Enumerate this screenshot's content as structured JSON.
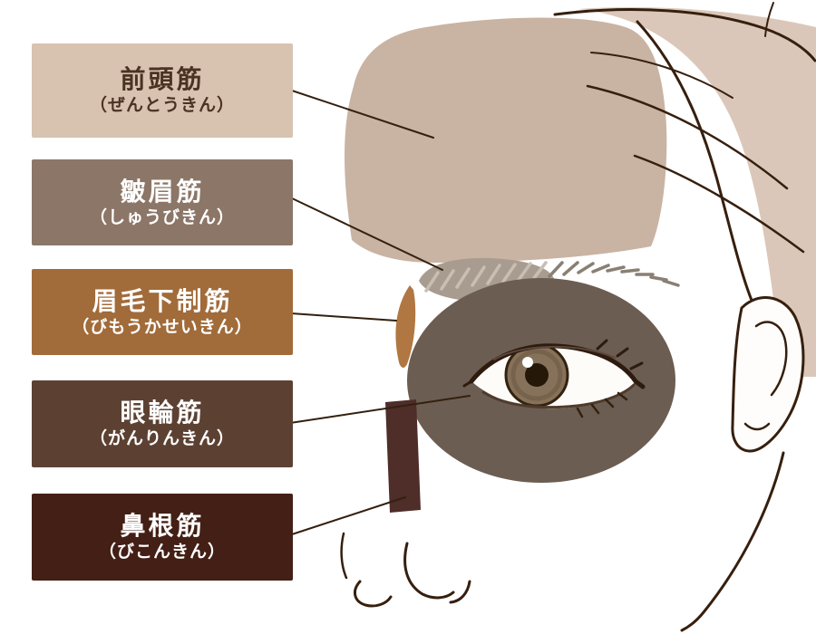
{
  "legend": {
    "items": [
      {
        "name": "前頭筋",
        "reading": "（ぜんとうきん）",
        "box_color": "#d8c2b0",
        "text_color": "#4a3322"
      },
      {
        "name": "皺眉筋",
        "reading": "（しゅうびきん）",
        "box_color": "#8c7667",
        "text_color": "#ffffff"
      },
      {
        "name": "眉毛下制筋",
        "reading": "（びもうかせいきん）",
        "box_color": "#a16b3a",
        "text_color": "#ffffff"
      },
      {
        "name": "眼輪筋",
        "reading": "（がんりんきん）",
        "box_color": "#5c4132",
        "text_color": "#ffffff"
      },
      {
        "name": "鼻根筋",
        "reading": "（びこんきん）",
        "box_color": "#431f15",
        "text_color": "#ffffff"
      }
    ]
  },
  "illustration": {
    "regions": {
      "frontalis": {
        "color": "#c9b3a3"
      },
      "corrugator": {
        "color": "#a89c90"
      },
      "depressor": {
        "color": "#b07742"
      },
      "orbicularis": {
        "color": "#6b5d52"
      },
      "procerus": {
        "color": "#4f2d29"
      }
    },
    "hair_wash_color": "#dbc7b9",
    "outline_color": "#361f0e",
    "leader_line_color": "#33200f"
  }
}
